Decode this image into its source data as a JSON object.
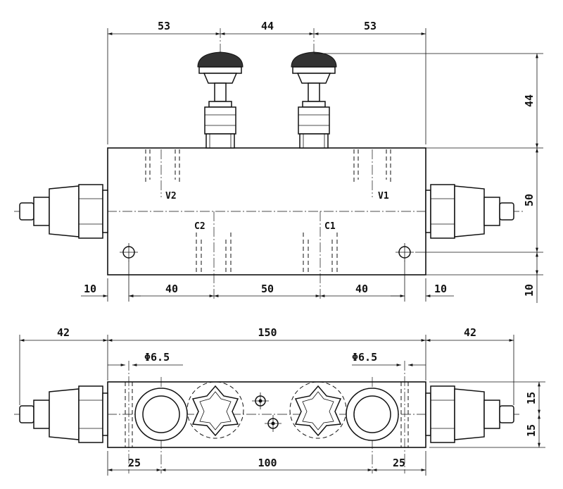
{
  "top_view": {
    "dims_top": [
      "53",
      "44",
      "53"
    ],
    "dim_right_top": "44",
    "dim_right_mid": "50",
    "dim_right_bot": "10",
    "dims_bottom": [
      "10",
      "40",
      "50",
      "40",
      "10"
    ],
    "labels": {
      "v1": "V1",
      "v2": "V2",
      "c1": "C1",
      "c2": "C2"
    }
  },
  "bottom_view": {
    "dim_left": "42",
    "dim_total": "150",
    "dim_right": "42",
    "hole_left": "Φ6.5",
    "hole_right": "Φ6.5",
    "dims_bottom": [
      "25",
      "100",
      "25"
    ],
    "dim_right_top": "15",
    "dim_right_bot": "15"
  }
}
